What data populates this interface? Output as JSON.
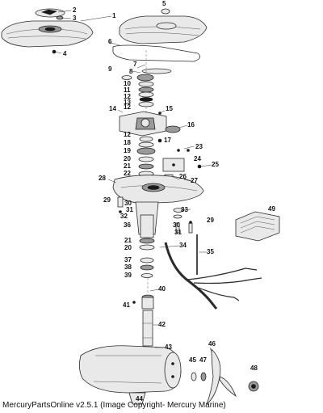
{
  "diagram": {
    "callouts": [
      {
        "id": "p1",
        "label": "1"
      },
      {
        "id": "p2",
        "label": "2"
      },
      {
        "id": "p3",
        "label": "3"
      },
      {
        "id": "p4",
        "label": "4"
      },
      {
        "id": "p5",
        "label": "5"
      },
      {
        "id": "p6",
        "label": "6"
      },
      {
        "id": "p7",
        "label": "7"
      },
      {
        "id": "p8",
        "label": "8"
      },
      {
        "id": "p9",
        "label": "9"
      },
      {
        "id": "p10",
        "label": "10"
      },
      {
        "id": "p11",
        "label": "11"
      },
      {
        "id": "p12a",
        "label": "12"
      },
      {
        "id": "p13",
        "label": "13"
      },
      {
        "id": "p12b",
        "label": "12"
      },
      {
        "id": "p14",
        "label": "14"
      },
      {
        "id": "p15",
        "label": "15"
      },
      {
        "id": "p16",
        "label": "16"
      },
      {
        "id": "p12c",
        "label": "12"
      },
      {
        "id": "p17",
        "label": "17"
      },
      {
        "id": "p18",
        "label": "18"
      },
      {
        "id": "p19",
        "label": "19"
      },
      {
        "id": "p23",
        "label": "23"
      },
      {
        "id": "p20a",
        "label": "20"
      },
      {
        "id": "p24",
        "label": "24"
      },
      {
        "id": "p21a",
        "label": "21"
      },
      {
        "id": "p25",
        "label": "25"
      },
      {
        "id": "p22",
        "label": "22"
      },
      {
        "id": "p26",
        "label": "26"
      },
      {
        "id": "p27",
        "label": "27"
      },
      {
        "id": "p28",
        "label": "28"
      },
      {
        "id": "p29a",
        "label": "29"
      },
      {
        "id": "p30a",
        "label": "30"
      },
      {
        "id": "p31a",
        "label": "31"
      },
      {
        "id": "p32",
        "label": "32"
      },
      {
        "id": "p33",
        "label": "33"
      },
      {
        "id": "p49",
        "label": "49"
      },
      {
        "id": "p36",
        "label": "36"
      },
      {
        "id": "p30b",
        "label": "30"
      },
      {
        "id": "p29b",
        "label": "29"
      },
      {
        "id": "p31b",
        "label": "31"
      },
      {
        "id": "p21b",
        "label": "21"
      },
      {
        "id": "p20b",
        "label": "20"
      },
      {
        "id": "p34",
        "label": "34"
      },
      {
        "id": "p35",
        "label": "35"
      },
      {
        "id": "p37",
        "label": "37"
      },
      {
        "id": "p38",
        "label": "38"
      },
      {
        "id": "p39",
        "label": "39"
      },
      {
        "id": "p40",
        "label": "40"
      },
      {
        "id": "p41",
        "label": "41"
      },
      {
        "id": "p42",
        "label": "42"
      },
      {
        "id": "p43",
        "label": "43"
      },
      {
        "id": "p46",
        "label": "46"
      },
      {
        "id": "p45",
        "label": "45"
      },
      {
        "id": "p47",
        "label": "47"
      },
      {
        "id": "p48",
        "label": "48"
      },
      {
        "id": "p44",
        "label": "44"
      }
    ]
  },
  "footer": {
    "text": "MercuryPartsOnline v2.5.1 (Image Copyright- Mercury Marine)"
  }
}
